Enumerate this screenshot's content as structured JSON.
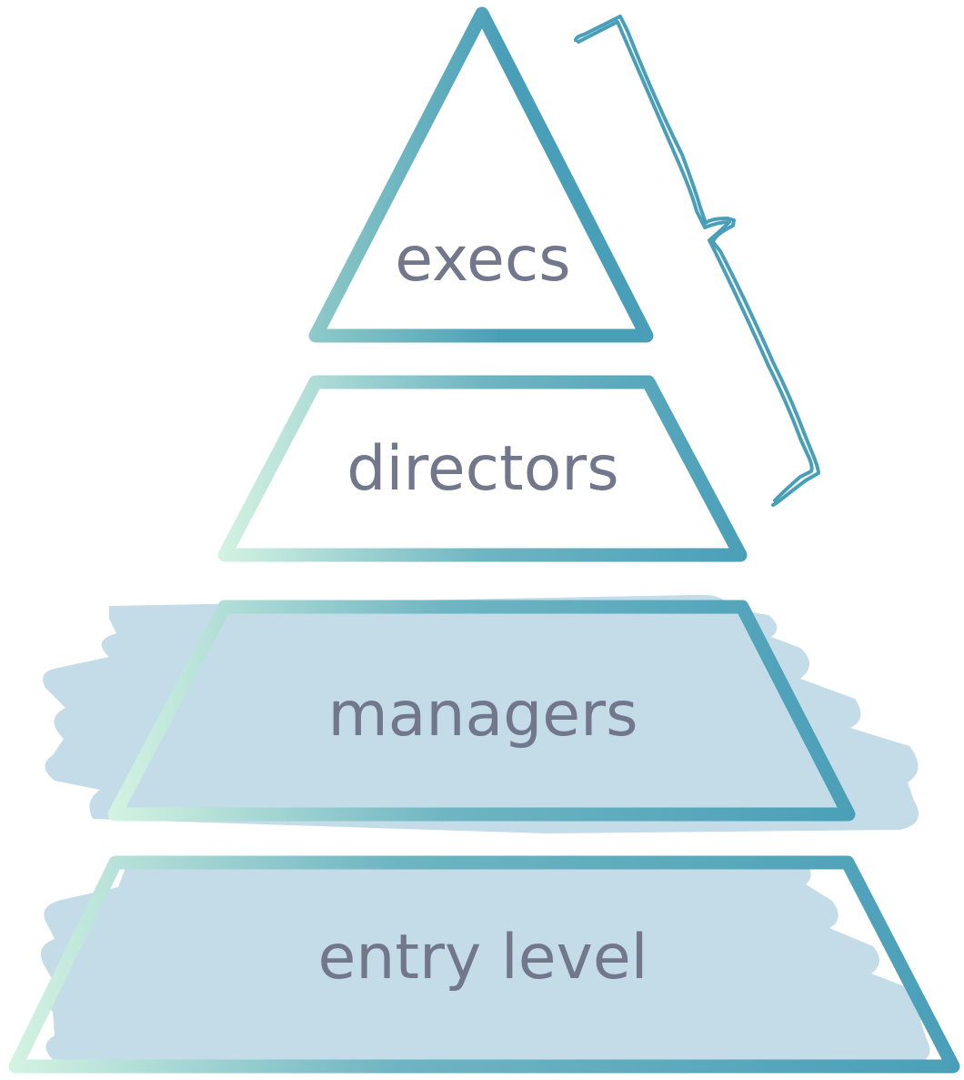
{
  "diagram": {
    "tiers": [
      {
        "label": "execs",
        "highlighted": false
      },
      {
        "label": "directors",
        "highlighted": false
      },
      {
        "label": "managers",
        "highlighted": true
      },
      {
        "label": "entry level",
        "highlighted": true
      }
    ],
    "bracket_spans": [
      "execs",
      "directors"
    ]
  },
  "colors": {
    "outline_light": "#d4f3e2",
    "outline_mid": "#8fcac8",
    "outline_dark": "#4a9fb8",
    "highlight_fill": "#c3dce8",
    "label_text": "#72778c",
    "bracket": "#4a9fb8"
  }
}
